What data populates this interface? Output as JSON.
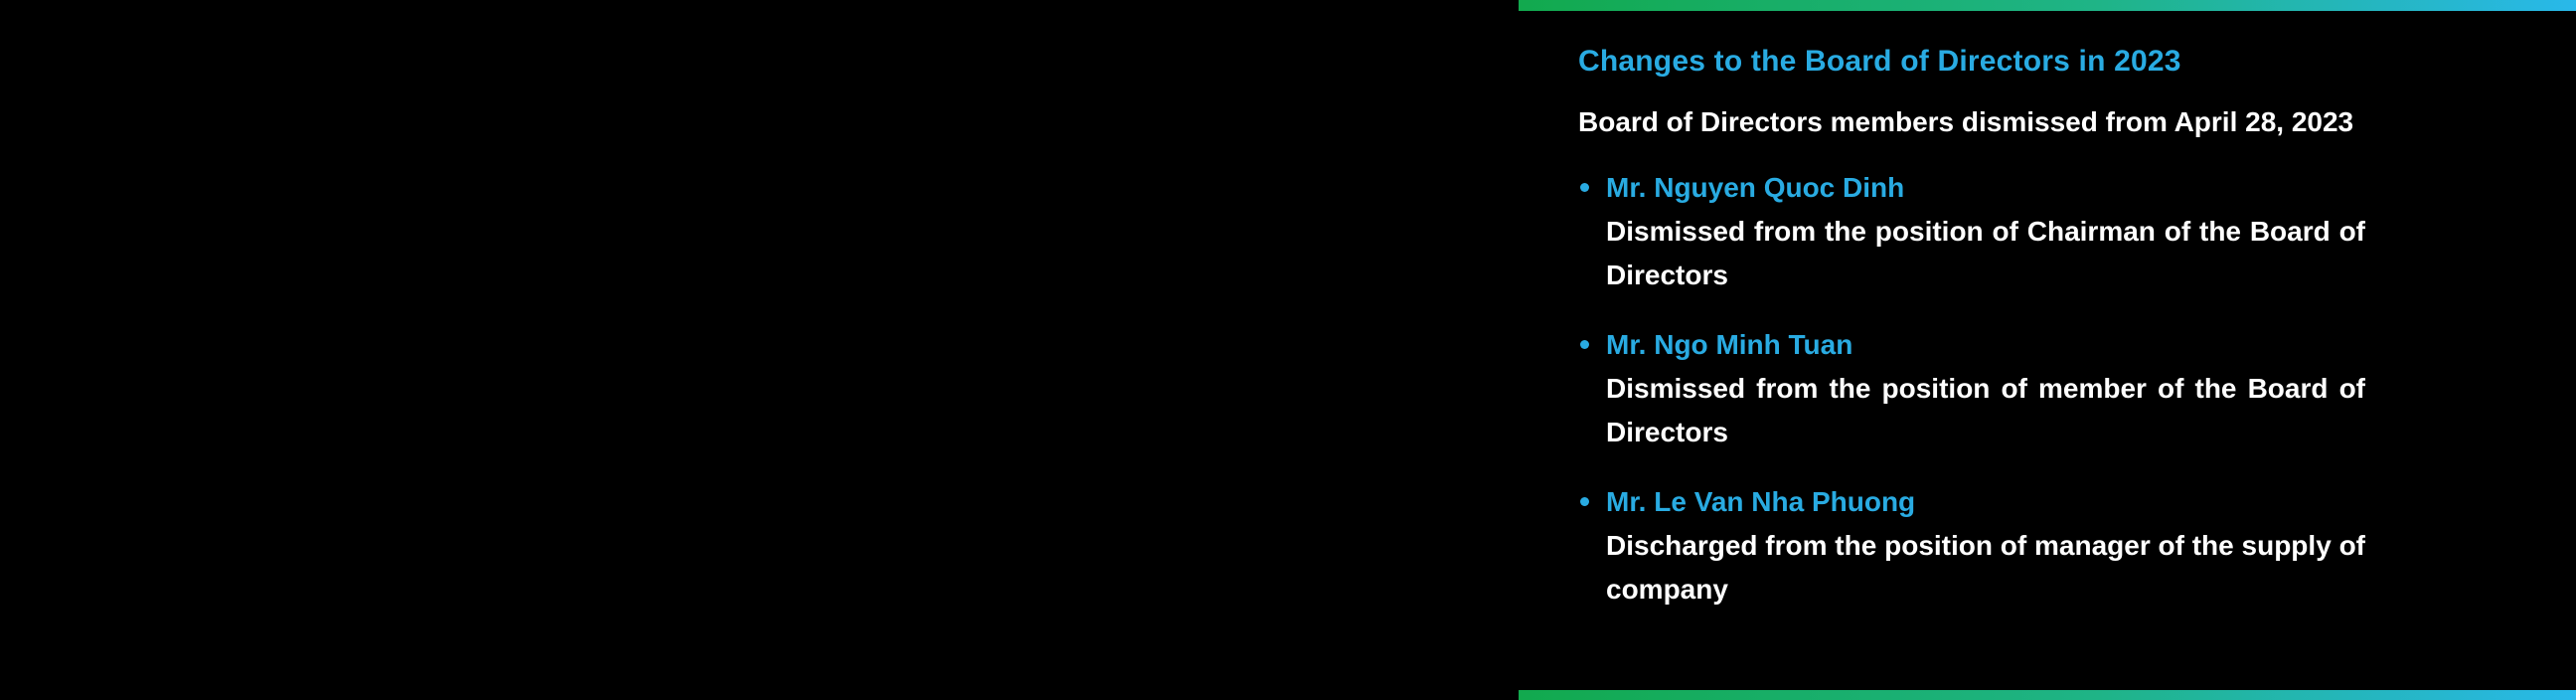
{
  "panel": {
    "title": "Changes to the Board of Directors in 2023",
    "intro": "Board of Directors members dismissed from April 28, 2023",
    "members": [
      {
        "name": "Mr. Nguyen Quoc Dinh",
        "description": "Dismissed from the position of Chairman of the Board of Directors"
      },
      {
        "name": "Mr. Ngo Minh Tuan",
        "description": "Dismissed from the position of member of the Board of Directors"
      },
      {
        "name": "Mr. Le Van Nha Phuong",
        "description": "Discharged from the position of manager of the supply of company"
      }
    ],
    "colors": {
      "accent_blue": "#29ABE2",
      "gradient_green": "#12A94E",
      "gradient_cyan": "#29B8EA",
      "background": "#000000",
      "body_text": "#FFFFFF"
    }
  }
}
